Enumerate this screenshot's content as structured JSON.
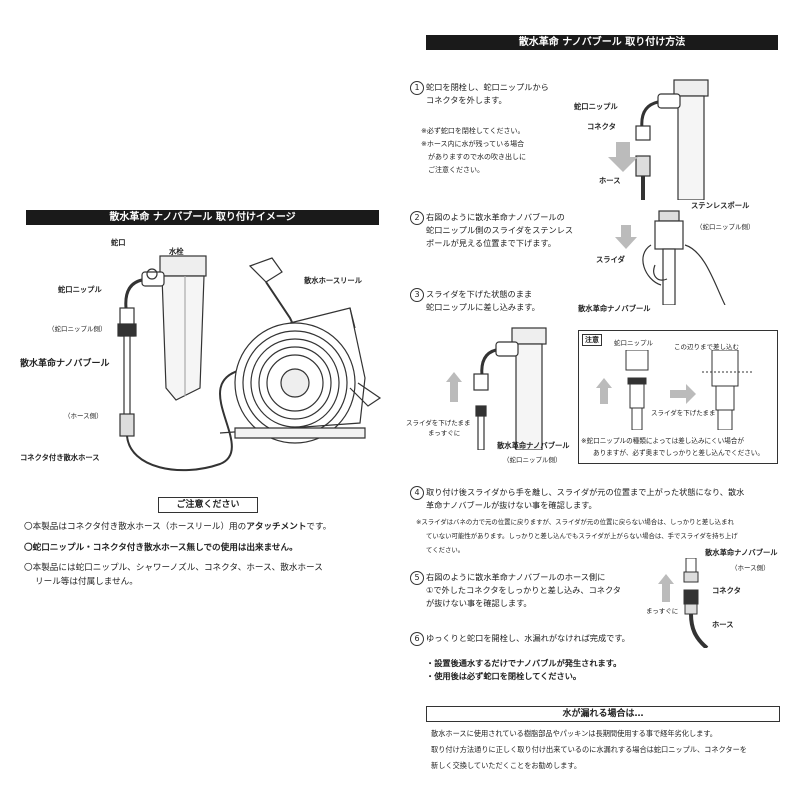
{
  "left": {
    "header": "散水革命 ナノバブール 取り付けイメージ",
    "labels": {
      "faucet": "蛇口",
      "water_post": "水栓",
      "hose_reel": "散水ホースリール",
      "faucet_nipple": "蛇口ニップル",
      "nipple_side": "（蛇口ニップル側）",
      "product": "散水革命ナノバブール",
      "hose_side": "（ホース側）",
      "connector_hose": "コネクタ付き散水ホース"
    },
    "notice_title": "ご注意ください",
    "notes": {
      "n1_a": "〇本製品はコネクタ付き散水ホース（ホースリール）用の",
      "n1_b": "アタッチメント",
      "n1_c": "です。",
      "n2": "〇蛇口ニップル・コネクタ付き散水ホース無しでの使用は出来ません。",
      "n3_a": "〇本製品には蛇口ニップル、シャワーノズル、コネクタ、ホース、散水ホース",
      "n3_b": "リール等は付属しません。"
    }
  },
  "right": {
    "header": "散水革命 ナノバブール 取り付け方法",
    "step_numbers": [
      "1",
      "2",
      "3",
      "4",
      "5",
      "6"
    ],
    "step1": {
      "line1": "蛇口を閉栓し、蛇口ニップルから",
      "line2": "コネクタを外します。",
      "note1": "※必ず蛇口を閉栓してください。",
      "note2": "※ホース内に水が残っている場合",
      "note3": "がありますので水の吹き出しに",
      "note4": "ご注意ください。",
      "lbl_nipple": "蛇口ニップル",
      "lbl_connector": "コネクタ",
      "lbl_hose": "ホース"
    },
    "step2": {
      "line1": "右図のように散水革命ナノバブールの",
      "line2": "蛇口ニップル側のスライダを",
      "line2b": "ステンレス",
      "line3": "ポールが見える位置まで下げます。",
      "lbl_pole": "ステンレスポール",
      "lbl_nipple_side": "（蛇口ニップル側）",
      "lbl_slider": "スライダ"
    },
    "step3": {
      "line1": "スライダを下げた状態のまま",
      "line2": "蛇口ニップルに差し込みます。",
      "lbl_product": "散水革命ナノバブール",
      "lbl_product2": "散水革命ナノバブール",
      "lbl_nipple_side": "（蛇口ニップル側）",
      "lbl_straight": "スライダを下げたまま",
      "lbl_straight2": "まっすぐに",
      "caution_tag": "注意",
      "caution_nipple": "蛇口ニップル",
      "caution_insert": "この辺りまで差し込む",
      "caution_slider": "スライダを下げたまま",
      "caution_note1": "※蛇口ニップルの種類によっては差し込みにくい場合が",
      "caution_note2": "ありますが、必ず奥までしっかりと差し込んでください。"
    },
    "step4": {
      "line1": "取り付け後スライダから手を離し、スライダが元の位置まで上がった状態になり、散水",
      "line2": "革命ナノバブールが抜けない事を確認します。",
      "note1": "※スライダはバネの力で元の位置に戻りますが、スライダが元の位置に戻らない場合は、しっかりと差し込まれ",
      "note2": "ていない可能性があります。しっかりと差し込んでもスライダが上がらない場合は、手でスライダを持ち上げ",
      "note3": "てください。"
    },
    "step5": {
      "line1": "右図のように散水革命ナノバブールのホース側に",
      "line2": "①で外したコネクタをしっかりと差し込み、コネクタ",
      "line3": "が抜けない事を確認します。",
      "lbl_product": "散水革命ナノバブール",
      "lbl_hose_side": "（ホース側）",
      "lbl_connector": "コネクタ",
      "lbl_straight": "まっすぐに",
      "lbl_hose": "ホース"
    },
    "step6": {
      "line1": "ゆっくりと蛇口を開栓し、水漏れがなければ完成です。",
      "bullet1": "・設置後通水するだけでナノバブルが発生されます。",
      "bullet2": "・使用後は必ず蛇口を閉栓してください。"
    },
    "leak": {
      "title": "水が漏れる場合は…",
      "line1": "散水ホースに使用されている樹脂部品やパッキンは長期間使用する事で経年劣化します。",
      "line2": "取り付け方法通りに正しく取り付け出来ているのに水漏れする場合は蛇口ニップル、コネクターを",
      "line3": "新しく交換していただくことをお勧めします。"
    }
  }
}
